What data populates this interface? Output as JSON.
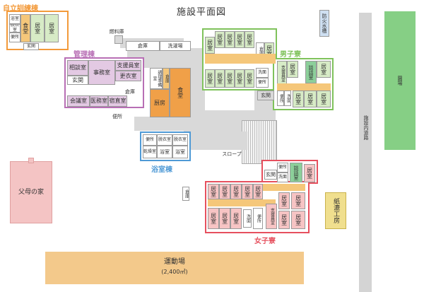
{
  "title": "施設平面図",
  "buildings": {
    "jiritsu": {
      "name": "自立訓練棟",
      "rooms": [
        "浴室",
        "脱衣室",
        "食堂",
        "居室",
        "便所",
        "玄関"
      ]
    },
    "kanri": {
      "name": "管理棟",
      "rooms": [
        "相談室",
        "事務室",
        "支援員室",
        "更衣室",
        "玄関",
        "会議室",
        "医務室",
        "宿直室",
        "倉庫"
      ]
    },
    "danshi": {
      "name": "男子寮",
      "rooms": [
        "居室",
        "倉庫",
        "支援員室",
        "洗面",
        "談話室",
        "便所",
        "玄関"
      ]
    },
    "yokushitsu": {
      "name": "浴室棟",
      "rooms": [
        "便所",
        "脱衣室",
        "乾燥室",
        "浴室"
      ]
    },
    "joshi": {
      "name": "女子寮",
      "rooms": [
        "居室",
        "玄関",
        "便所",
        "洗面",
        "談話室",
        "支援員室"
      ]
    }
  },
  "misc": {
    "nenryo": "燃料庫",
    "souko": "倉庫",
    "sentakujo": "洗濯場",
    "chouri": "調理準備室",
    "shokudo": "食堂",
    "kitchen": "厨房",
    "souko2": "倉庫",
    "benjo": "便所",
    "slope": "スロープ",
    "souko3": "倉庫",
    "boka": "防火水槽",
    "engei": "園場",
    "road": "施設内道路",
    "kamisuki": "紙漉工房",
    "fubo": "父母の家",
    "undojo": "運動場",
    "undojo_area": "(2,400㎡)"
  },
  "colors": {
    "jiritsu": "#f39a3a",
    "kanri": "#b86fb5",
    "danshi": "#7fc25b",
    "yokushitsu": "#4f9ad6",
    "joshi": "#e6505e",
    "orange_room": "#f0a048",
    "yellow_room": "#f5c77a",
    "engei": "#86cf85",
    "undojo": "#f3c98b",
    "kamisuki": "#f0df8e",
    "fubo": "#f4c4c4"
  }
}
